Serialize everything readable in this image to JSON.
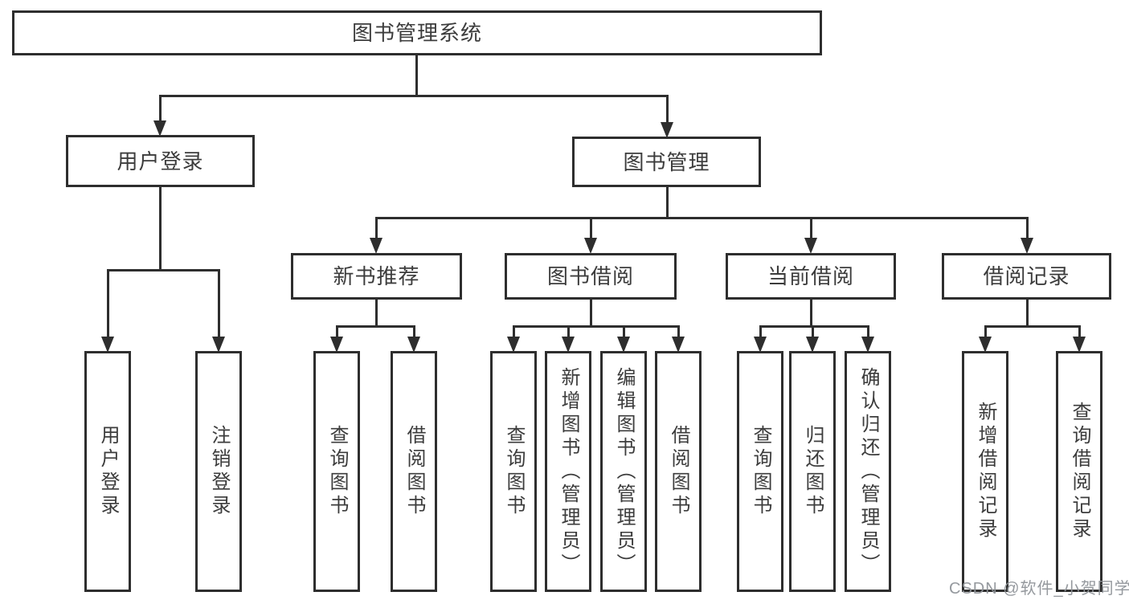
{
  "diagram": {
    "type": "hierarchy-tree",
    "structure": {
      "label": "图书管理系统",
      "children": [
        {
          "label": "用户登录",
          "children": [
            {
              "label": "用户登录"
            },
            {
              "label": "注销登录"
            }
          ]
        },
        {
          "label": "图书管理",
          "children": [
            {
              "label": "新书推荐",
              "children": [
                {
                  "label": "查询图书"
                },
                {
                  "label": "借阅图书"
                }
              ]
            },
            {
              "label": "图书借阅",
              "children": [
                {
                  "label": "查询图书"
                },
                {
                  "label": "新增图书（管理员）"
                },
                {
                  "label": "编辑图书（管理员）"
                },
                {
                  "label": "借阅图书"
                }
              ]
            },
            {
              "label": "当前借阅",
              "children": [
                {
                  "label": "查询图书"
                },
                {
                  "label": "归还图书"
                },
                {
                  "label": "确认归还（管理员）"
                }
              ]
            },
            {
              "label": "借阅记录",
              "children": [
                {
                  "label": "新增借阅记录"
                },
                {
                  "label": "查询借阅记录"
                }
              ]
            }
          ]
        }
      ]
    }
  },
  "watermark": {
    "text": "CSDN @软件_小贺同学"
  },
  "colors": {
    "line": "#2e2e2e",
    "text": "#3c3c3c",
    "box_fill": "#ffffff",
    "background": "#ffffff",
    "watermark": "#8f9499"
  }
}
